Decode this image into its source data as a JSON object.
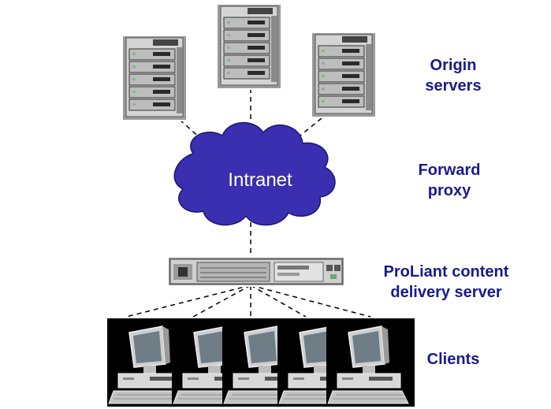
{
  "labels": {
    "origin_servers": [
      "Origin",
      "servers"
    ],
    "forward_proxy": [
      "Forward",
      "proxy"
    ],
    "delivery_server": [
      "ProLiant content",
      "delivery server"
    ],
    "clients": [
      "Clients"
    ]
  },
  "cloud_label": "Intranet",
  "colors": {
    "label_text": "#1a1a8c",
    "cloud_fill": "#3a2fb0",
    "cloud_text": "#ffffff",
    "connector": "#000000",
    "server_body": "#c9c9c9",
    "client_background": "#000000"
  },
  "icons": {
    "origin_server": "server-tower-icon",
    "delivery_server": "rack-server-icon",
    "client": "desktop-computer-icon",
    "network": "cloud-icon"
  }
}
